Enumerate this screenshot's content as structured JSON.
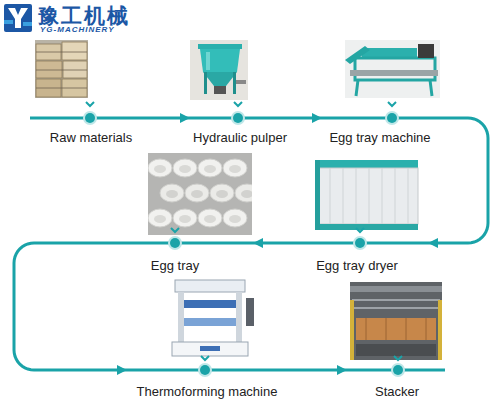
{
  "diagram": {
    "nodes": [
      {
        "text": [
          "Raw materials"
        ]
      },
      {
        "text": [
          "Hydraulic pulper"
        ]
      },
      {
        "text": [
          "Egg tray machine"
        ]
      },
      {
        "text": [
          "Egg tray dryer"
        ]
      },
      {
        "text": [
          "Egg tray"
        ]
      },
      {
        "text": [
          "Thermoforming machine"
        ]
      },
      {
        "text": [
          "Stacker"
        ]
      }
    ],
    "edges": [
      {
        "from": 0,
        "to": 1,
        "arrow": "to"
      },
      {
        "from": 1,
        "to": 2,
        "arrow": "to"
      },
      {
        "from": 2,
        "to": 3,
        "arrow": "to"
      },
      {
        "from": 3,
        "to": 4,
        "arrow": "to"
      },
      {
        "from": 4,
        "to": 5,
        "arrow": "to"
      },
      {
        "from": 5,
        "to": 6,
        "arrow": "to"
      }
    ],
    "labels": [
      "豫工机械",
      "YG-MACHINERY"
    ]
  }
}
